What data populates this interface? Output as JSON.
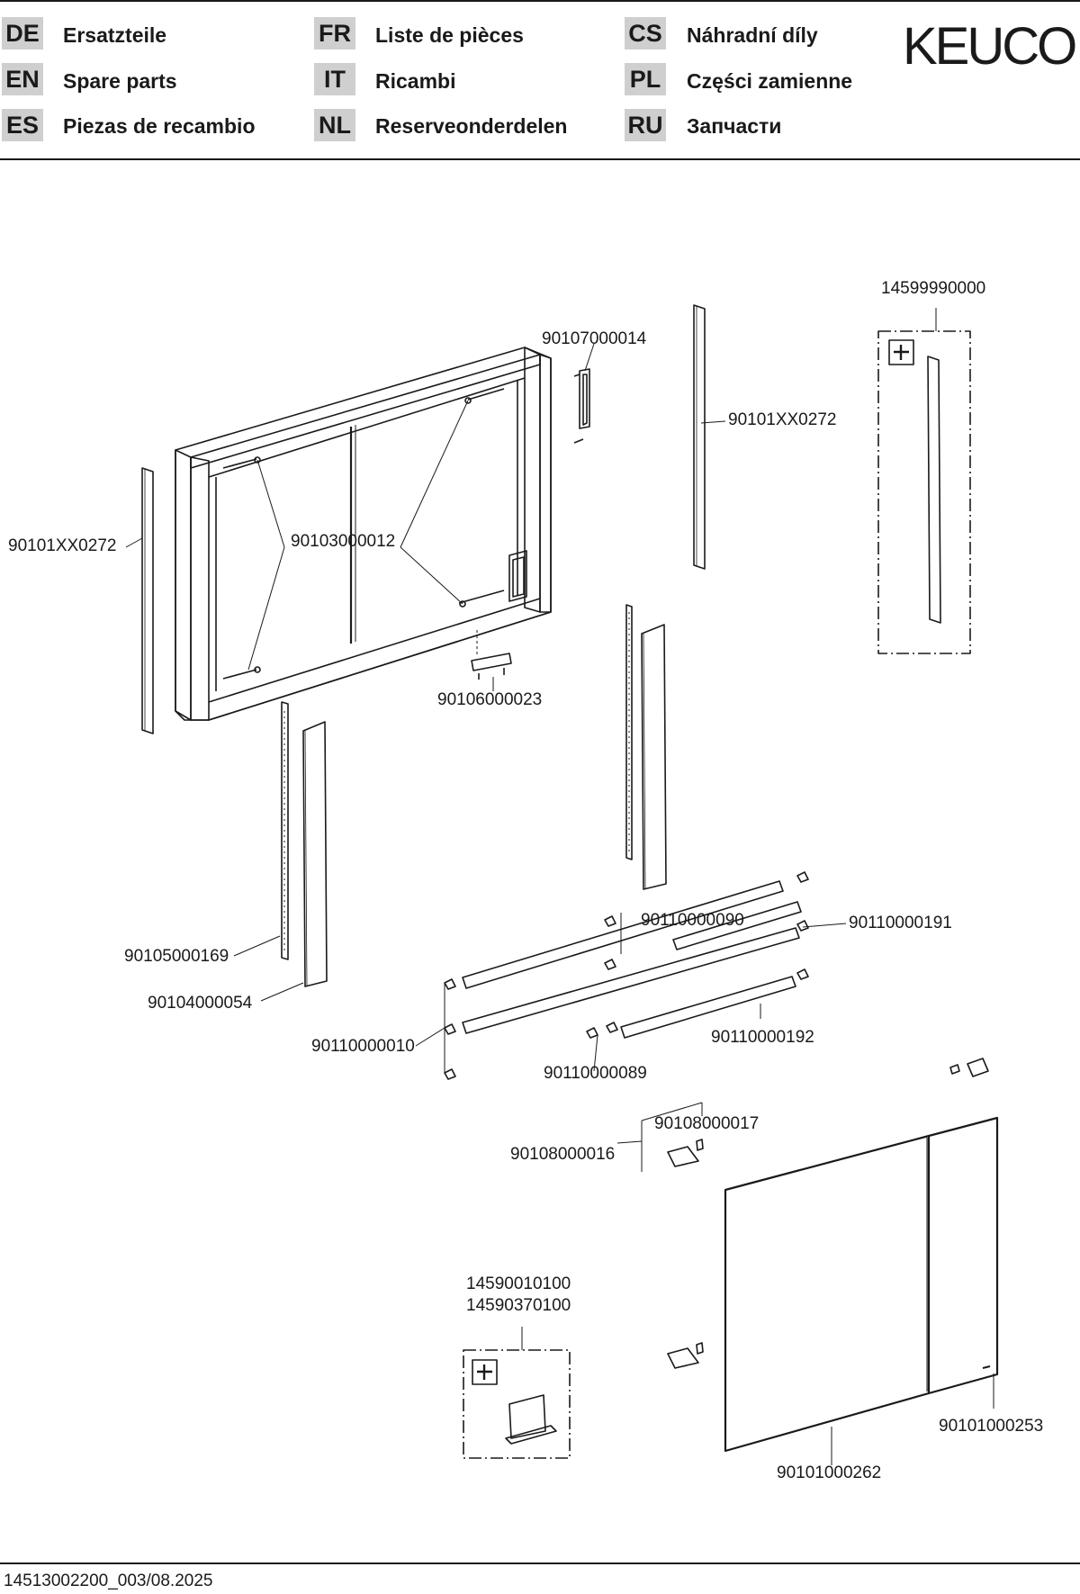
{
  "header": {
    "brand": "KEUCO",
    "languages": [
      {
        "code": "DE",
        "label": "Ersatzteile"
      },
      {
        "code": "EN",
        "label": "Spare parts"
      },
      {
        "code": "ES",
        "label": "Piezas de recambio"
      },
      {
        "code": "FR",
        "label": "Liste de pièces"
      },
      {
        "code": "IT",
        "label": "Ricambi"
      },
      {
        "code": "NL",
        "label": "Reserveonderdelen"
      },
      {
        "code": "CS",
        "label": "Náhradní díly"
      },
      {
        "code": "PL",
        "label": "Części zamienne"
      },
      {
        "code": "RU",
        "label": "Запчасти"
      }
    ]
  },
  "callouts": {
    "p14599990000": "14599990000",
    "p90107000014": "90107000014",
    "p90101XX0272_right": "90101XX0272",
    "p90101XX0272_left": "90101XX0272",
    "p90103000012": "90103000012",
    "p90106000023": "90106000023",
    "p90110000090": "90110000090",
    "p90110000191": "90110000191",
    "p90105000169": "90105000169",
    "p90104000054": "90104000054",
    "p90110000010": "90110000010",
    "p90110000192": "90110000192",
    "p90110000089": "90110000089",
    "p90108000017": "90108000017",
    "p90108000016": "90108000016",
    "p14590010100": "14590010100",
    "p14590370100": "14590370100",
    "p90101000253": "90101000253",
    "p90101000262": "90101000262"
  },
  "footer": {
    "document_id": "14513002200_003/08.2025"
  },
  "colors": {
    "line": "#1a1a1a",
    "code_badge": "#cfcfcf"
  }
}
